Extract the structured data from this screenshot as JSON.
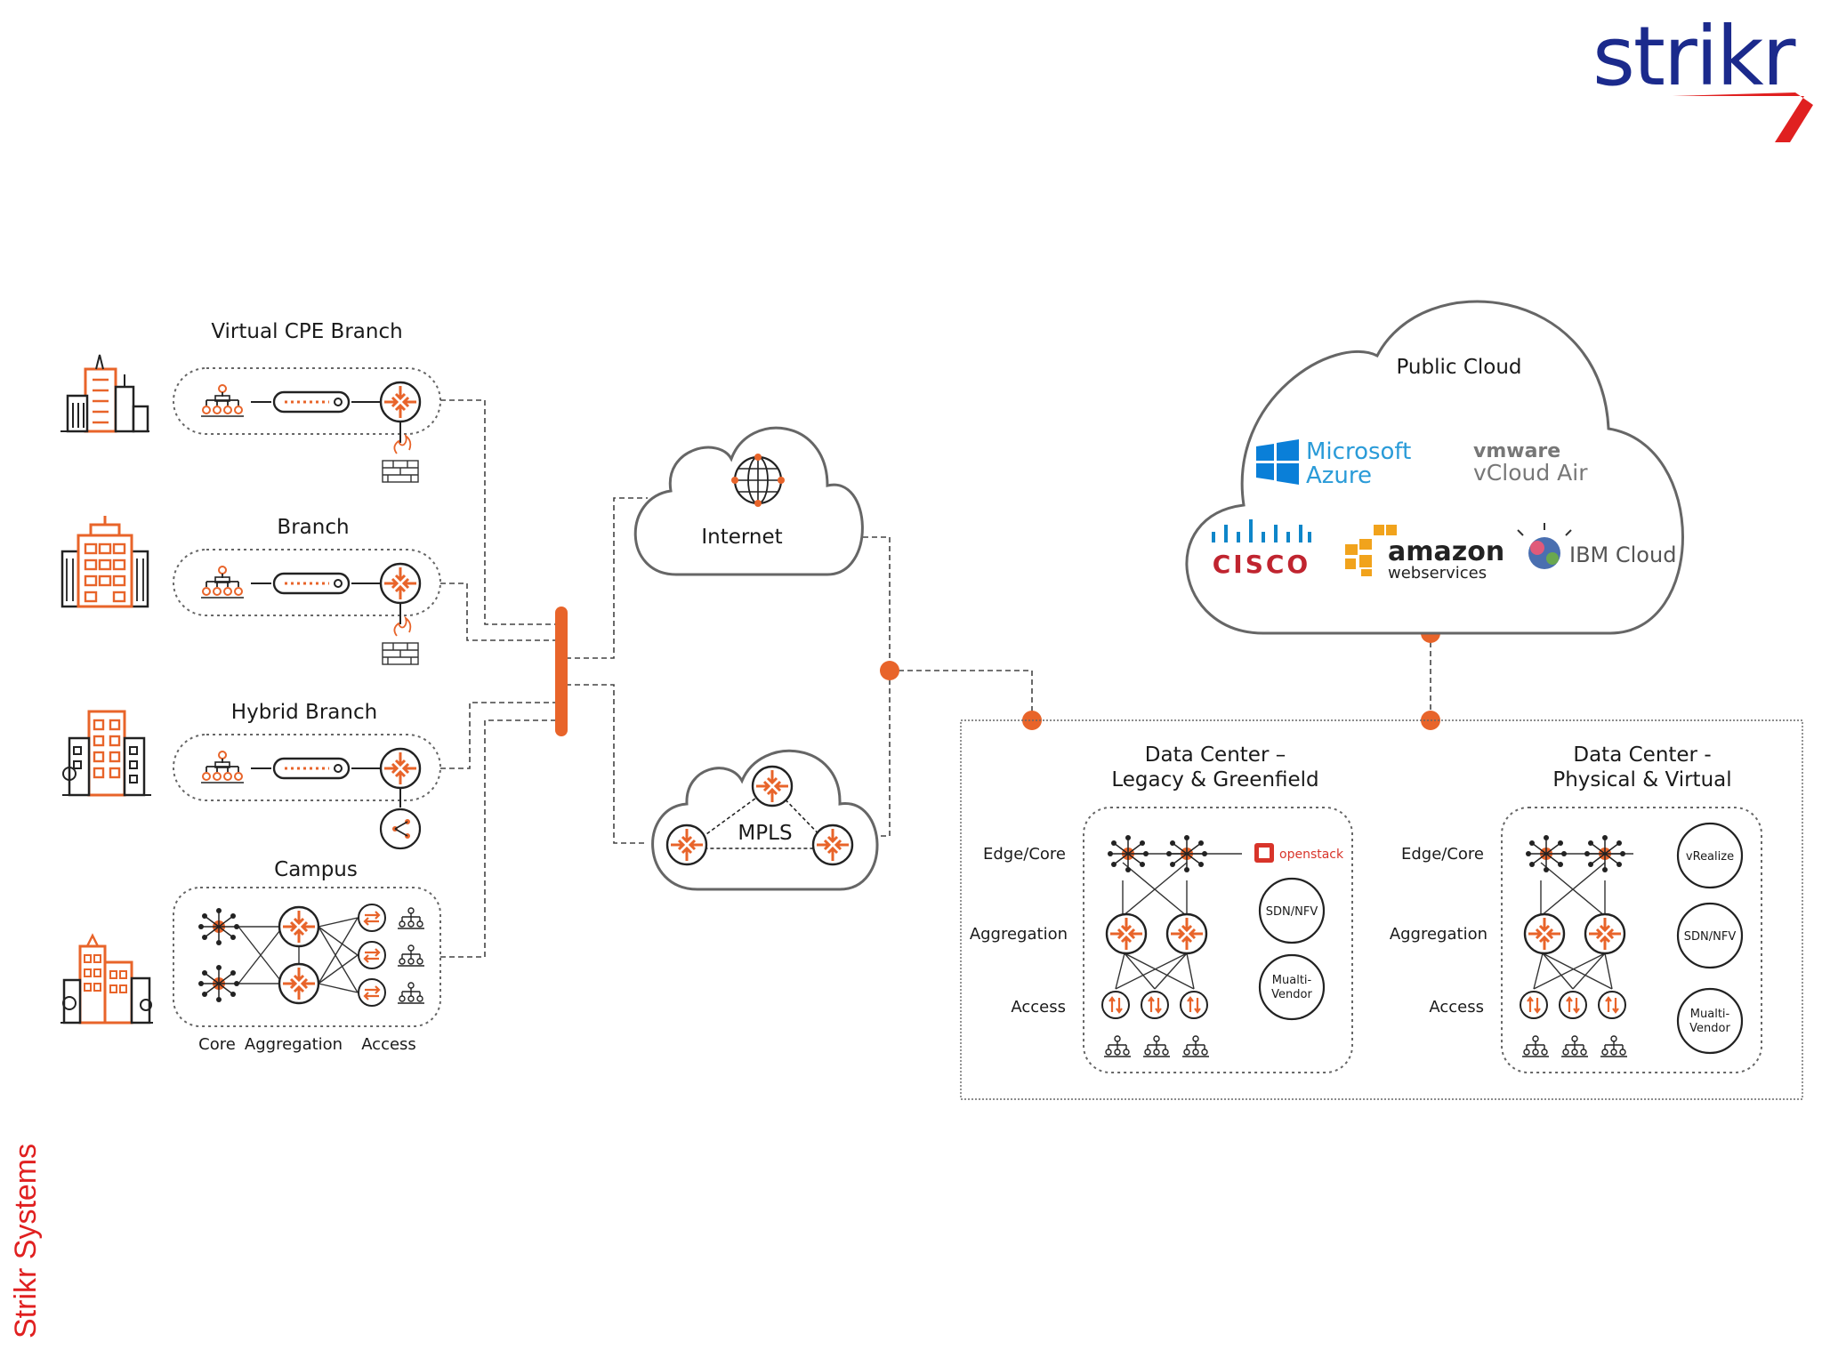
{
  "brand": {
    "logo_text": "strikr",
    "footer": "Strikr Systems",
    "accent": "#e8642a",
    "logo_blue": "#1b2a8c",
    "logo_red": "#e02020"
  },
  "branches": {
    "vcpe": "Virtual CPE  Branch",
    "branch": "Branch",
    "hybrid": "Hybrid Branch",
    "campus": "Campus",
    "campus_tiers": {
      "core": "Core",
      "aggregation": "Aggregation",
      "access": "Access"
    }
  },
  "wan": {
    "internet": "Internet",
    "mpls": "MPLS"
  },
  "public_cloud": {
    "title": "Public Cloud",
    "providers": {
      "azure_line1": "Microsoft",
      "azure_line2": "Azure",
      "vmware_line1": "vmware",
      "vmware_line2": "vCloud Air",
      "cisco": "CISCO",
      "amazon_line1": "amazon",
      "amazon_line2": "webservices",
      "ibm": "IBM Cloud"
    }
  },
  "dc_legacy": {
    "title_line1": "Data Center –",
    "title_line2": "Legacy & Greenfield",
    "tiers": {
      "edge": "Edge/Core",
      "aggregation": "Aggregation",
      "access": "Access"
    },
    "badges": {
      "openstack": "openstack",
      "sdn": "SDN/NFV",
      "multi_line1": "Mualti-",
      "multi_line2": "Vendor"
    }
  },
  "dc_physical": {
    "title_line1": "Data Center -",
    "title_line2": "Physical & Virtual",
    "tiers": {
      "edge": "Edge/Core",
      "aggregation": "Aggregation",
      "access": "Access"
    },
    "badges": {
      "vrealize": "vRealize",
      "sdn": "SDN/NFV",
      "multi_line1": "Mualti-",
      "multi_line2": "Vendor"
    }
  }
}
